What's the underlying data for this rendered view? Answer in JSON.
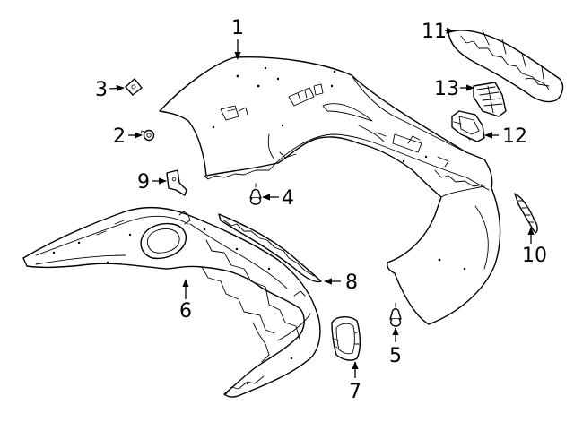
{
  "callouts": [
    {
      "number": "1"
    },
    {
      "number": "2"
    },
    {
      "number": "3"
    },
    {
      "number": "4"
    },
    {
      "number": "5"
    },
    {
      "number": "6"
    },
    {
      "number": "7"
    },
    {
      "number": "8"
    },
    {
      "number": "9"
    },
    {
      "number": "10"
    },
    {
      "number": "11"
    },
    {
      "number": "12"
    },
    {
      "number": "13"
    }
  ],
  "colors": {
    "line": "#000000",
    "background": "#ffffff"
  }
}
